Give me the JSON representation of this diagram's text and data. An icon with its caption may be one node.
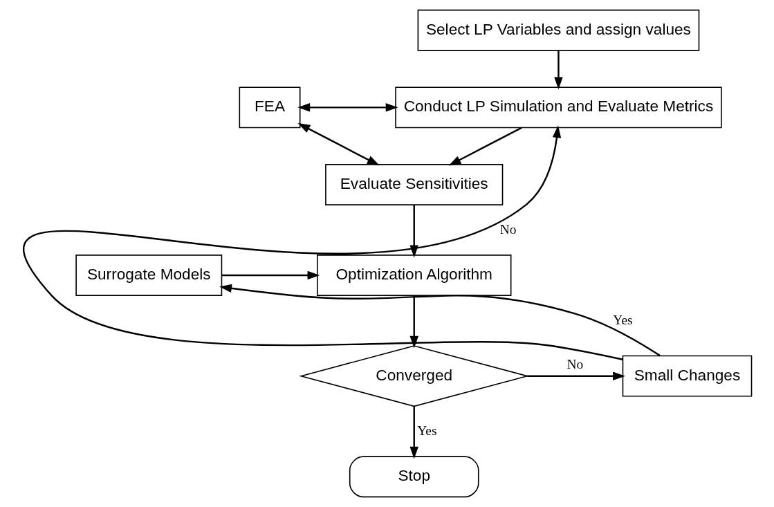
{
  "diagram": {
    "nodes": [
      {
        "text": [
          "Select LP Variables and assign values"
        ]
      },
      {
        "text": [
          "Conduct LP Simulation and Evaluate Metrics"
        ]
      },
      {
        "text": [
          "FEA"
        ]
      },
      {
        "text": [
          "Evaluate Sensitivities"
        ]
      },
      {
        "text": [
          "Optimization Algorithm"
        ]
      },
      {
        "text": [
          "Converged"
        ]
      },
      {
        "text": [
          "Small Changes"
        ]
      },
      {
        "text": [
          "Surrogate Models"
        ]
      },
      {
        "text": [
          "Stop"
        ]
      }
    ],
    "edges": [
      {
        "from": 0,
        "to": 1,
        "arrow": "to"
      },
      {
        "from": 2,
        "to": 1,
        "arrow": "both"
      },
      {
        "from": 2,
        "to": 3,
        "arrow": "both"
      },
      {
        "from": 1,
        "to": 3,
        "arrow": "to"
      },
      {
        "from": 3,
        "to": 4,
        "arrow": "to"
      },
      {
        "from": 7,
        "to": 4,
        "arrow": "to"
      },
      {
        "from": 4,
        "to": 5,
        "arrow": "to"
      },
      {
        "from": 5,
        "to": 6,
        "arrow": "to",
        "label": "No"
      },
      {
        "from": 6,
        "to": 7,
        "arrow": "to",
        "label": "Yes"
      },
      {
        "from": 6,
        "to": 1,
        "arrow": "to",
        "label": "No"
      },
      {
        "from": 5,
        "to": 8,
        "arrow": "to",
        "label": "Yes"
      }
    ]
  }
}
